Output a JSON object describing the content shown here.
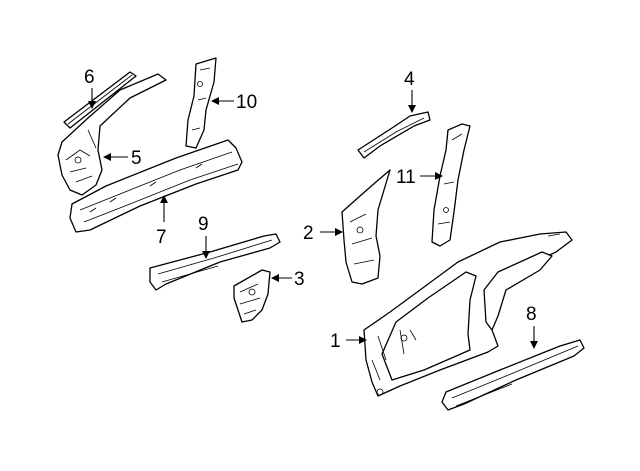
{
  "callouts": [
    {
      "id": "1",
      "text": "1"
    },
    {
      "id": "2",
      "text": "2"
    },
    {
      "id": "3",
      "text": "3"
    },
    {
      "id": "4",
      "text": "4"
    },
    {
      "id": "5",
      "text": "5"
    },
    {
      "id": "6",
      "text": "6"
    },
    {
      "id": "7",
      "text": "7"
    },
    {
      "id": "8",
      "text": "8"
    },
    {
      "id": "9",
      "text": "9"
    },
    {
      "id": "10",
      "text": "10"
    },
    {
      "id": "11",
      "text": "11"
    }
  ]
}
